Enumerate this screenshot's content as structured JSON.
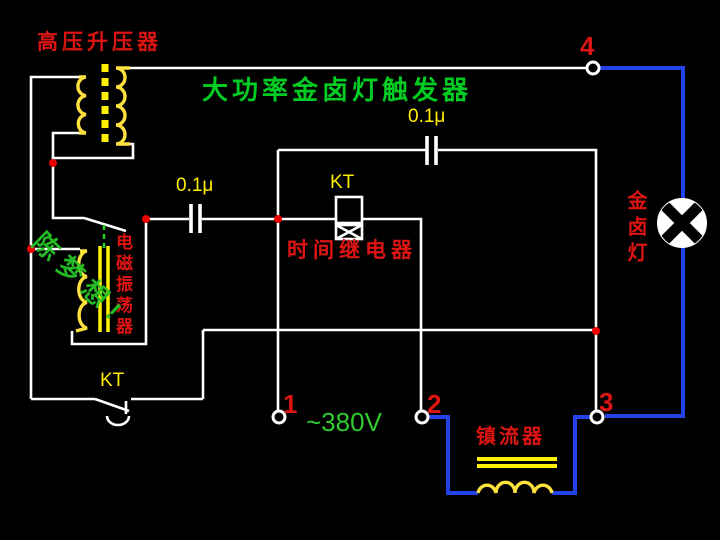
{
  "diagram": {
    "title": "大功率金卤灯触发器",
    "labels": {
      "booster": "高压升压器",
      "cap_left": "0.1μ",
      "cap_top": "0.1μ",
      "relay_coil": "KT",
      "time_relay": "时间继电器",
      "oscillator": "电磁振荡器",
      "delay_contact": "KT",
      "supply": "~380V",
      "ballast": "镇流器",
      "lamp": "金卤灯",
      "watermark": "陈梦想!"
    },
    "terminals": {
      "t1": "1",
      "t2": "2",
      "t3": "3",
      "t4": "4"
    },
    "colors": {
      "background": "#000000",
      "wire": "#ffffff",
      "lamp_circuit_blue": "#2342e8",
      "coil_yellow": "#ffe23d",
      "core_yellow": "#fff200",
      "label_red": "#dd1512",
      "title_green": "#00cc22",
      "supply_green": "#2ecc2e",
      "watermark_green": "#27c427",
      "label_yellow": "#ffee00",
      "junction_red": "#ee0000",
      "contact_dash_green": "#22cc22"
    }
  }
}
